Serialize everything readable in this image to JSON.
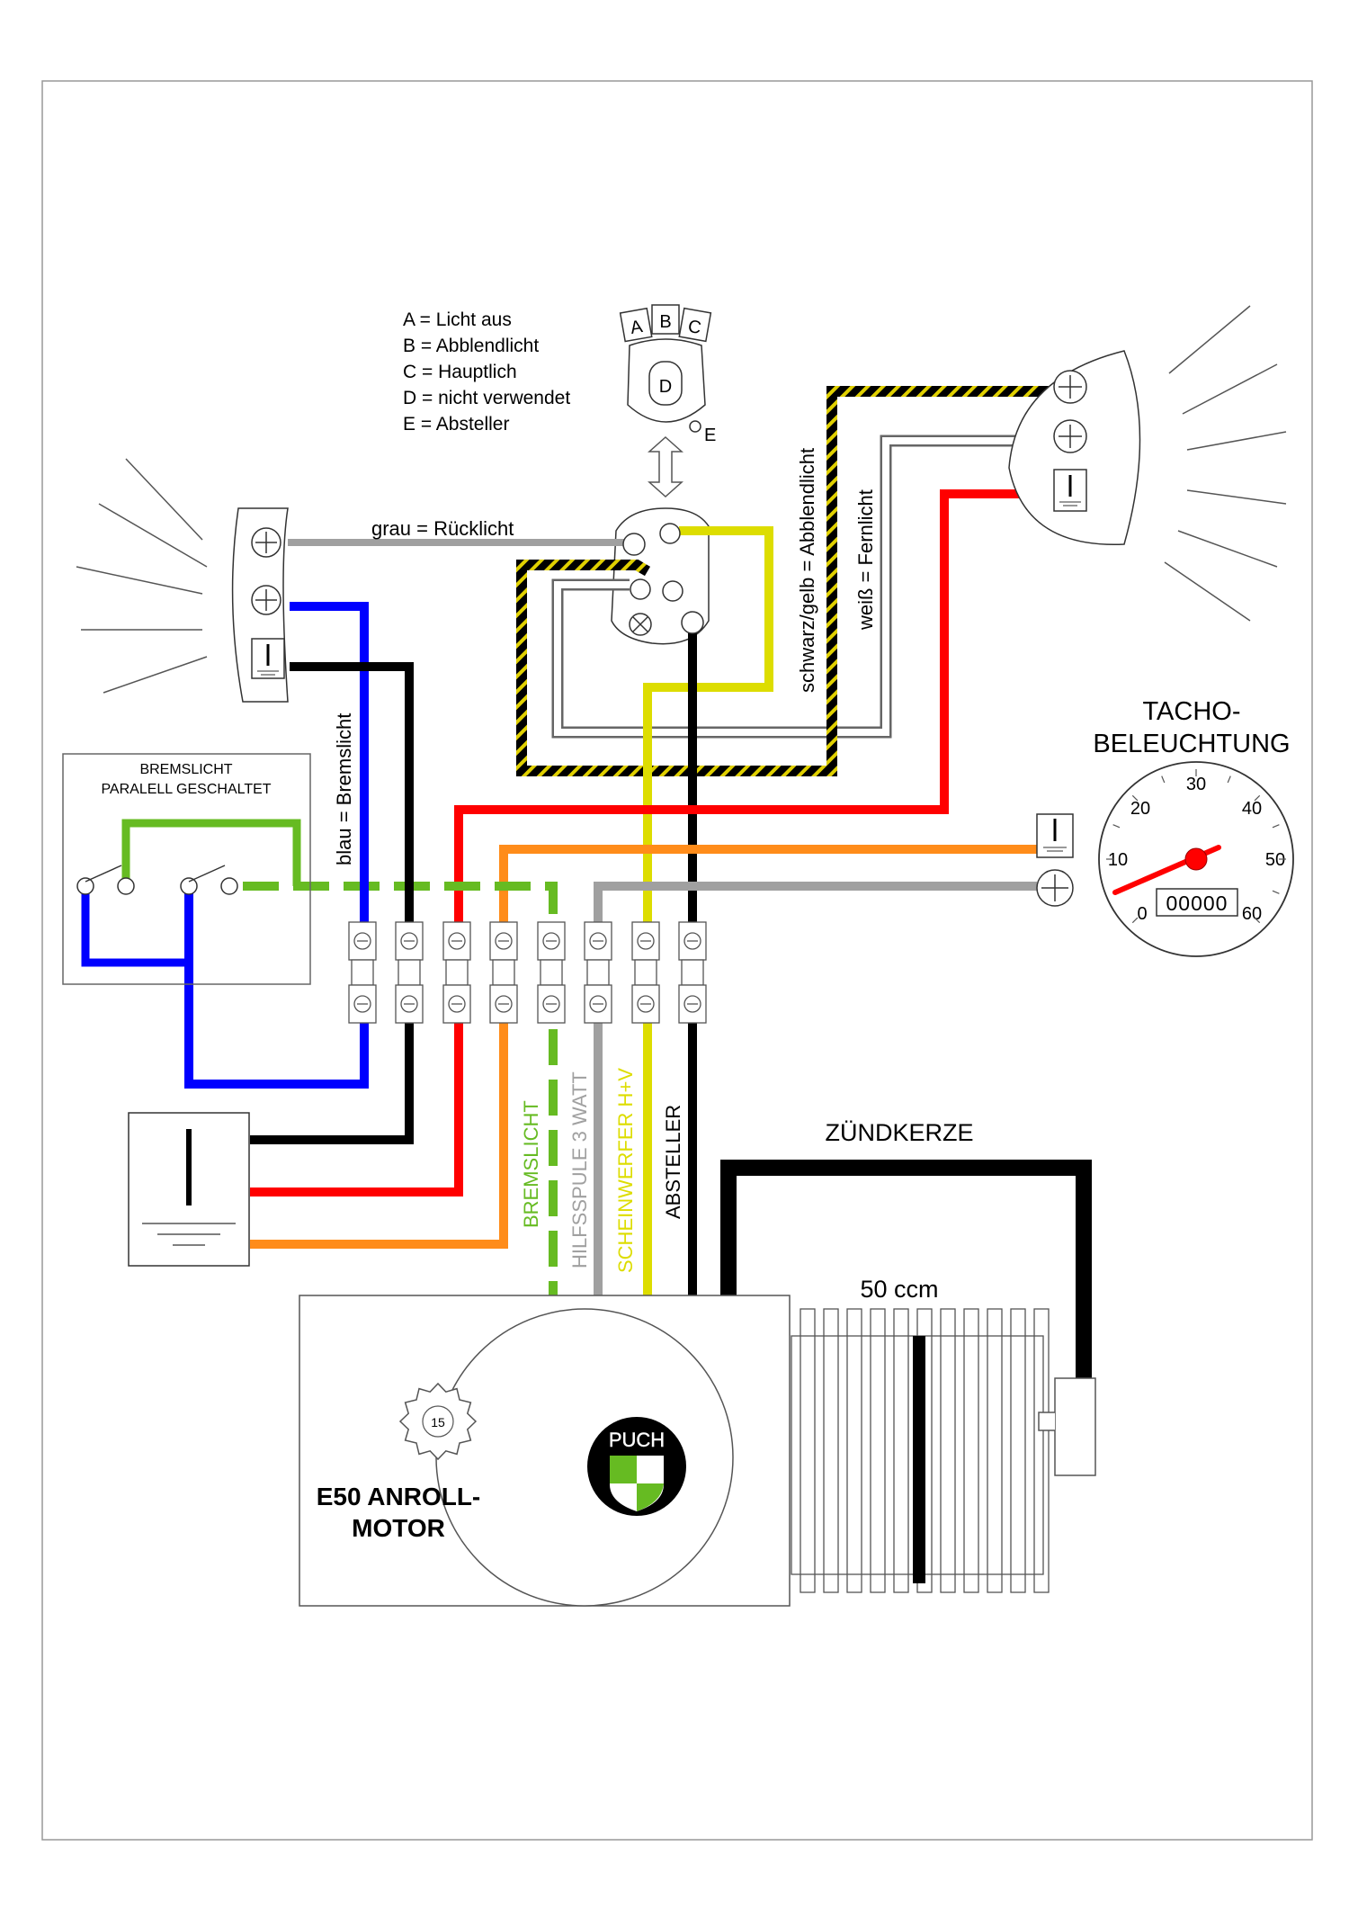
{
  "legend": [
    "A = Licht aus",
    "B = Abblendlicht",
    "C = Hauptlich",
    "D = nicht verwendet",
    "E = Absteller"
  ],
  "switch_letters": {
    "a": "A",
    "b": "B",
    "c": "C",
    "d": "D",
    "e": "E"
  },
  "labels": {
    "grau": "grau = Rücklicht",
    "blau": "blau = Bremslicht",
    "schwarz_gelb": "schwarz/gelb = Abblendlicht",
    "weiss": "weiß = Fernlicht",
    "bremslicht_box_1": "BREMSLICHT",
    "bremslicht_box_2": "PARALELL GESCHALTET",
    "tacho_1": "TACHO-",
    "tacho_2": "BELEUCHTUNG",
    "zuendkerze": "ZÜNDKERZE",
    "ccm": "50 ccm",
    "motor_1": "E50 ANROLL-",
    "motor_2": "MOTOR",
    "gear_number": "15",
    "odometer": "00000",
    "logo": "PUCH"
  },
  "wire_labels": {
    "bremslicht": "BREMSLICHT",
    "hilfsspule": "HILFSSPULE 3 WATT",
    "scheinwerfer": "SCHEINWERFER H+V",
    "absteller": "ABSTELLER"
  },
  "speedo_ticks": [
    "0",
    "10",
    "20",
    "30",
    "40",
    "50",
    "60"
  ],
  "colors": {
    "red": "#ff0000",
    "blue": "#0000ff",
    "green": "#66bb22",
    "orange": "#ff8c1a",
    "yellow": "#dddd00",
    "black": "#000000",
    "grey": "#a0a0a0",
    "white_wire": "#ffffff",
    "stripe_yellow": "#e0d000"
  }
}
